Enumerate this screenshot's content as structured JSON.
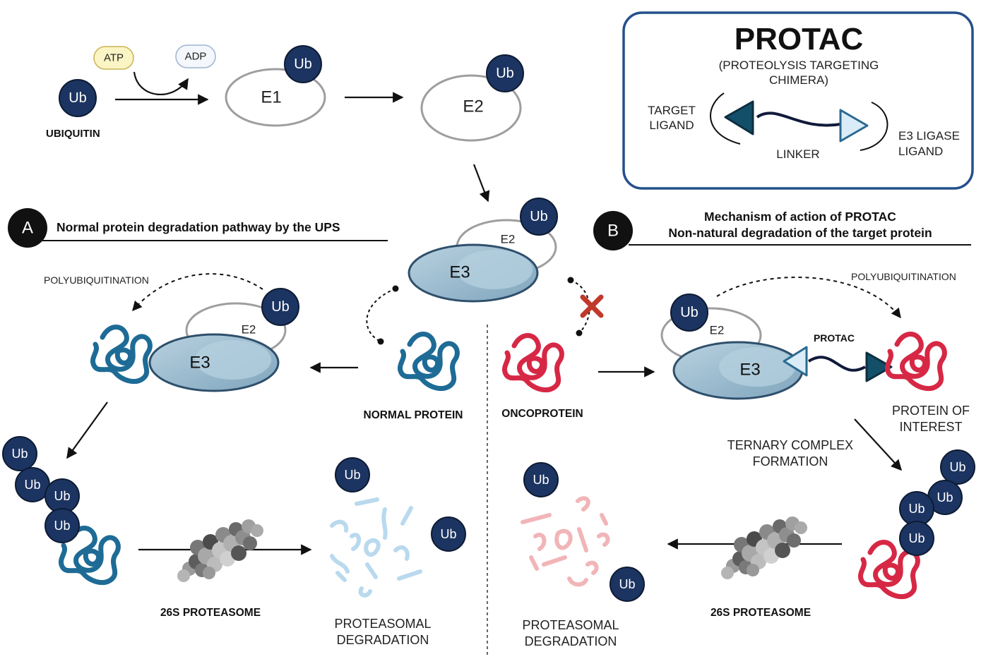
{
  "ub_label": "Ub",
  "top": {
    "ubiquitin_label": "UBIQUITIN",
    "atp": "ATP",
    "adp": "ADP",
    "e1": "E1",
    "e2": "E2"
  },
  "center": {
    "e3": "E3",
    "e2": "E2"
  },
  "protac_box": {
    "title": "PROTAC",
    "subtitle_line1": "(PROTEOLYSIS TARGETING",
    "subtitle_line2": "CHIMERA)",
    "target_line1": "TARGET",
    "target_line2": "LIGAND",
    "linker": "LINKER",
    "e3_line1": "E3 LIGASE",
    "e3_line2": "LIGAND"
  },
  "panel_a": {
    "badge": "A",
    "title": "Normal protein degradation pathway by the UPS",
    "polyubiquitination": "POLYUBIQUITINATION",
    "e2": "E2",
    "e3": "E3",
    "normal_protein": "NORMAL PROTEIN",
    "proteasome": "26S PROTEASOME",
    "degradation_line1": "PROTEASOMAL",
    "degradation_line2": "DEGRADATION"
  },
  "panel_b": {
    "badge": "B",
    "title_line1": "Mechanism of action of PROTAC",
    "title_line2": "Non-natural degradation of the target protein",
    "polyubiquitination": "POLYUBIQUITINATION",
    "oncoprotein": "ONCOPROTEIN",
    "e2": "E2",
    "e3": "E3",
    "protac": "PROTAC",
    "poi_line1": "PROTEIN OF",
    "poi_line2": "INTEREST",
    "ternary_line1": "TERNARY COMPLEX",
    "ternary_line2": "FORMATION",
    "proteasome": "26S PROTEASOME",
    "degradation_line1": "PROTEASOMAL",
    "degradation_line2": "DEGRADATION"
  },
  "colors": {
    "ub_fill": "#1c3461",
    "e3_fill": "#9bbccf",
    "normal_protein": "#1e6b96",
    "oncoprotein": "#d62845",
    "protac_box_border": "#24508c",
    "target_ligand": "#144f6a",
    "e3_ligand": "#d9ecf7",
    "fragments_blue": "#b9d9ee",
    "fragments_red": "#f1b5b8",
    "block_x": "#c0392b"
  },
  "icons": {
    "ubiquitin": "ub-circle",
    "protein": "protein-coil",
    "proteasome": "proteasome-barrel",
    "blocked": "red-x-mark"
  }
}
